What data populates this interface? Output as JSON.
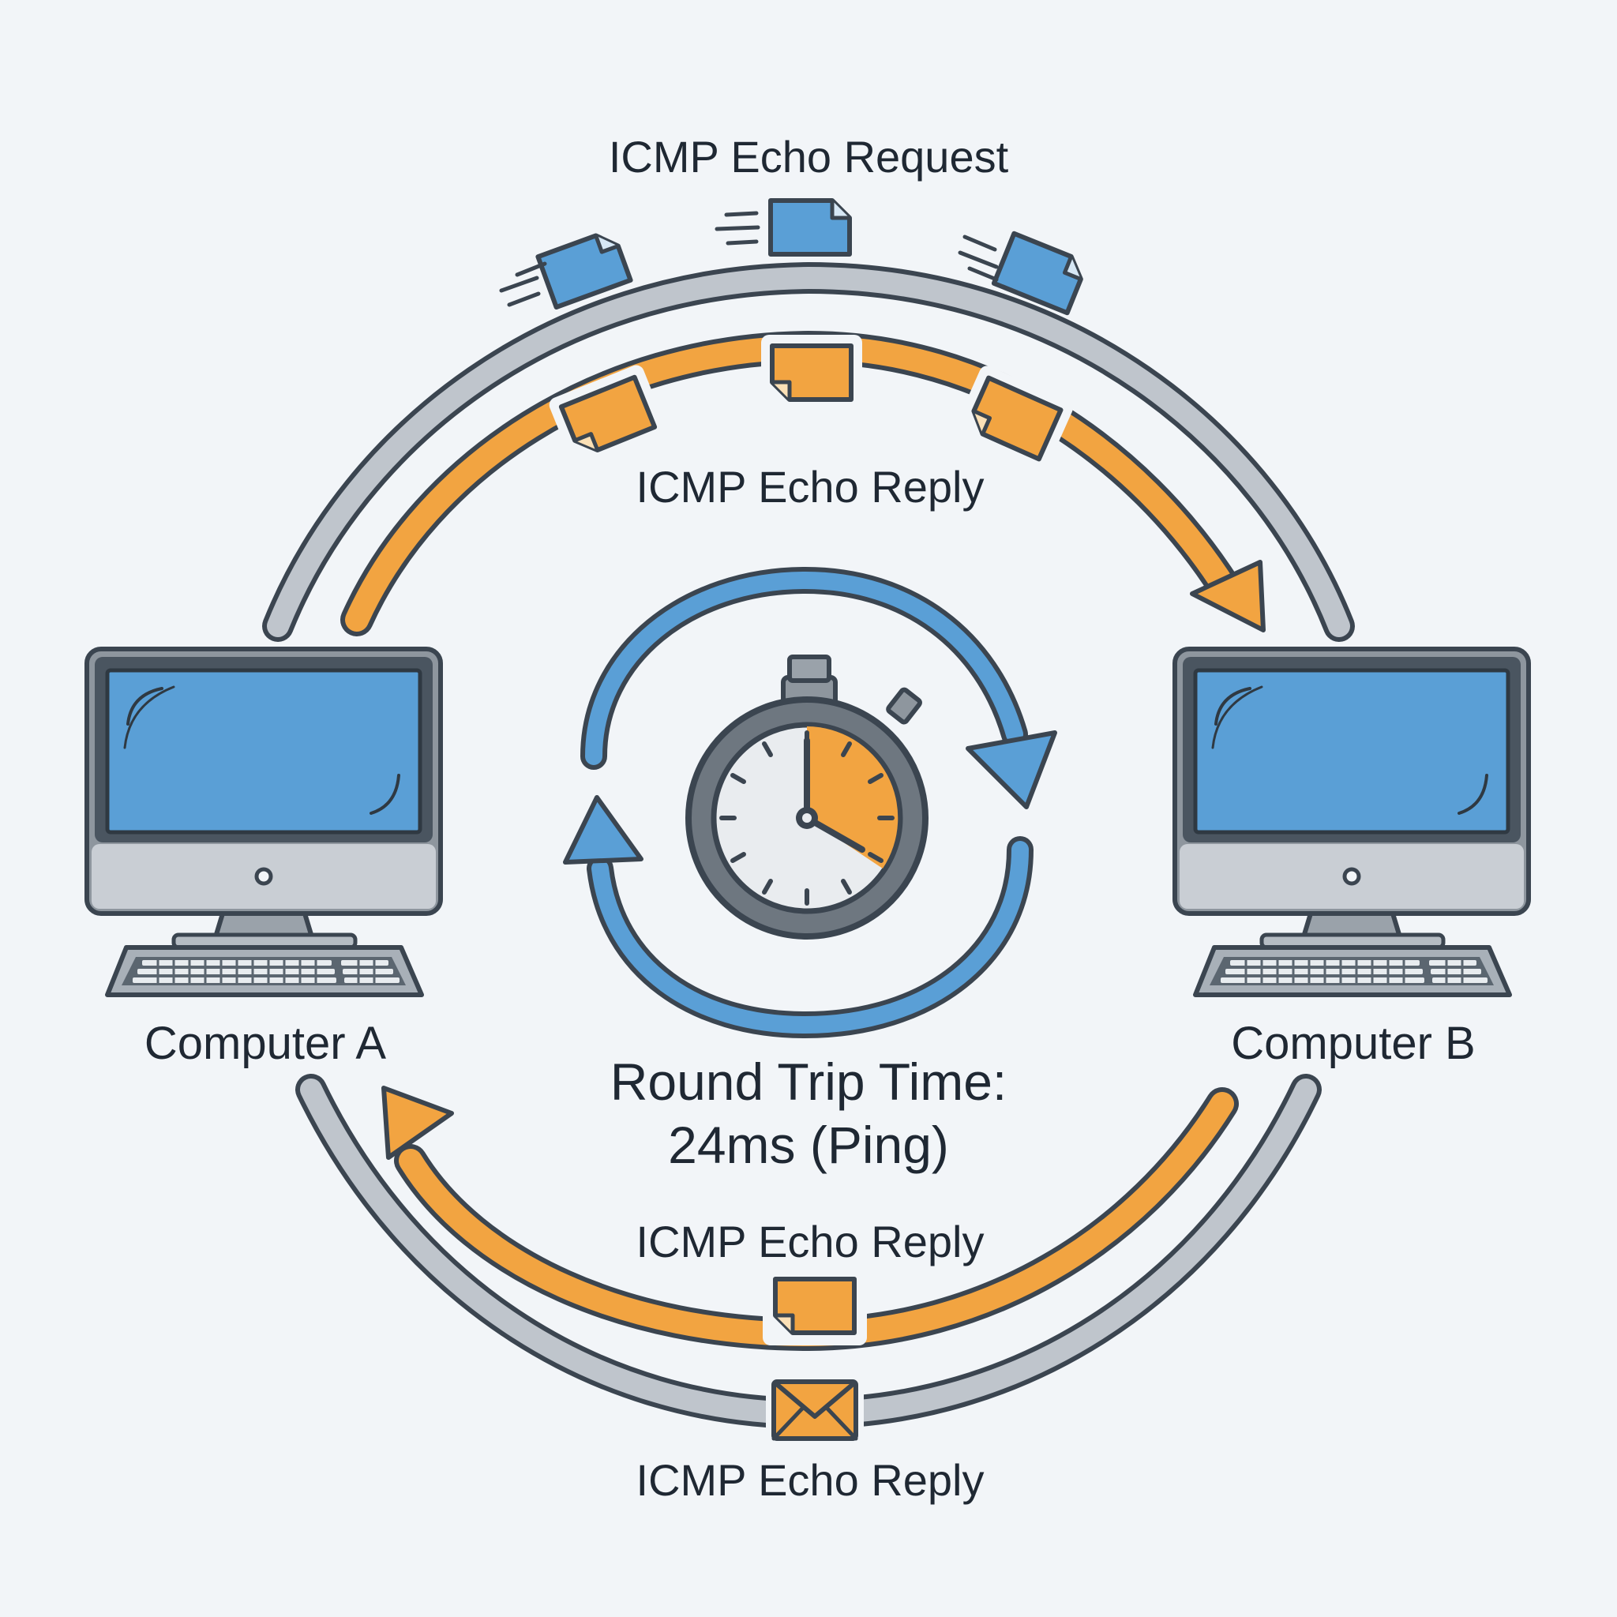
{
  "labels": {
    "request_top": "ICMP Echo Request",
    "reply_upper": "ICMP Echo Reply",
    "reply_lower": "ICMP Echo Reply",
    "reply_bottom": "ICMP Echo Reply"
  },
  "computers": {
    "a": "Computer A",
    "b": "Computer B"
  },
  "rtt": {
    "line1": "Round Trip Time:",
    "line2": "24ms (Ping)"
  },
  "colors": {
    "background": "#f2f5f8",
    "outline": "#3b4550",
    "gray_track": "#bfc5cc",
    "orange": "#f2a441",
    "blue": "#5a9fd6",
    "screen_blue": "#5a9fd6"
  },
  "icons": {
    "packet": "document-packet-icon",
    "envelope": "envelope-icon",
    "stopwatch": "stopwatch-icon",
    "computer": "desktop-computer-icon"
  }
}
